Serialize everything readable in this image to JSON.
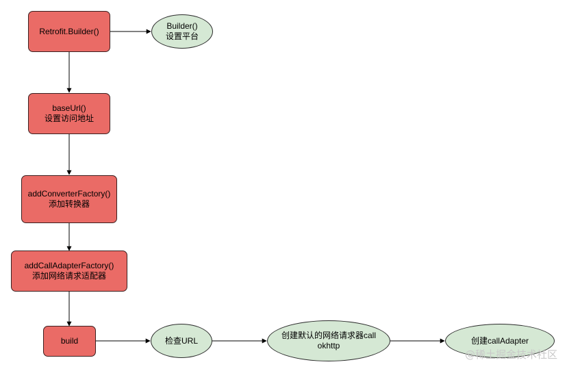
{
  "nodes": {
    "retrofit_builder": {
      "line1": "Retrofit.Builder()"
    },
    "builder_ellipse": {
      "line1": "Builder()",
      "line2": "设置平台"
    },
    "base_url": {
      "line1": "baseUrl()",
      "line2": "设置访问地址"
    },
    "add_converter_factory": {
      "line1": "addConverterFactory()",
      "line2": "添加转换器"
    },
    "add_call_adapter_factory": {
      "line1": "addCallAdapterFactory()",
      "line2": "添加网络请求适配器"
    },
    "build": {
      "line1": "build"
    },
    "check_url": {
      "line1": "检查URL"
    },
    "create_call": {
      "line1": "创建默认的网络请求器call",
      "line2": "okhttp"
    },
    "create_call_adapter": {
      "line1": "创建callAdapter"
    }
  },
  "colors": {
    "step_fill": "#ea6b66",
    "detail_fill": "#d5e8d4"
  },
  "watermark": "@稀土掘金技术社区"
}
